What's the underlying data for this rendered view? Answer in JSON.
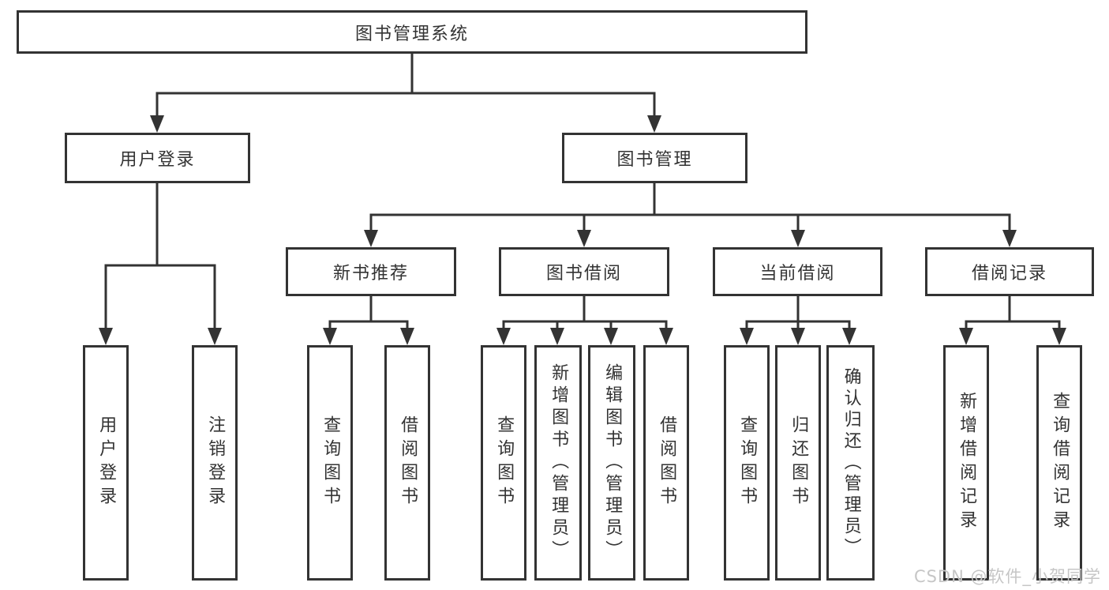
{
  "colors": {
    "line": "#333333",
    "text": "#333333",
    "box_background": "#ffffff",
    "page_background": "#ffffff",
    "watermark": "#c6c6c6"
  },
  "watermark": {
    "text": "CSDN @软件_小贺同学"
  },
  "tree": {
    "label": "图书管理系统",
    "children": [
      {
        "label": "用户登录",
        "children": [
          {
            "label": "用户登录"
          },
          {
            "label": "注销登录"
          }
        ]
      },
      {
        "label": "图书管理",
        "children": [
          {
            "label": "新书推荐",
            "children": [
              {
                "label": "查询图书"
              },
              {
                "label": "借阅图书"
              }
            ]
          },
          {
            "label": "图书借阅",
            "children": [
              {
                "label": "查询图书"
              },
              {
                "label": "新增图书（管理员）"
              },
              {
                "label": "编辑图书（管理员）"
              },
              {
                "label": "借阅图书"
              }
            ]
          },
          {
            "label": "当前借阅",
            "children": [
              {
                "label": "查询图书"
              },
              {
                "label": "归还图书"
              },
              {
                "label": "确认归还（管理员）"
              }
            ]
          },
          {
            "label": "借阅记录",
            "children": [
              {
                "label": "新增借阅记录"
              },
              {
                "label": "查询借阅记录"
              }
            ]
          }
        ]
      }
    ]
  }
}
